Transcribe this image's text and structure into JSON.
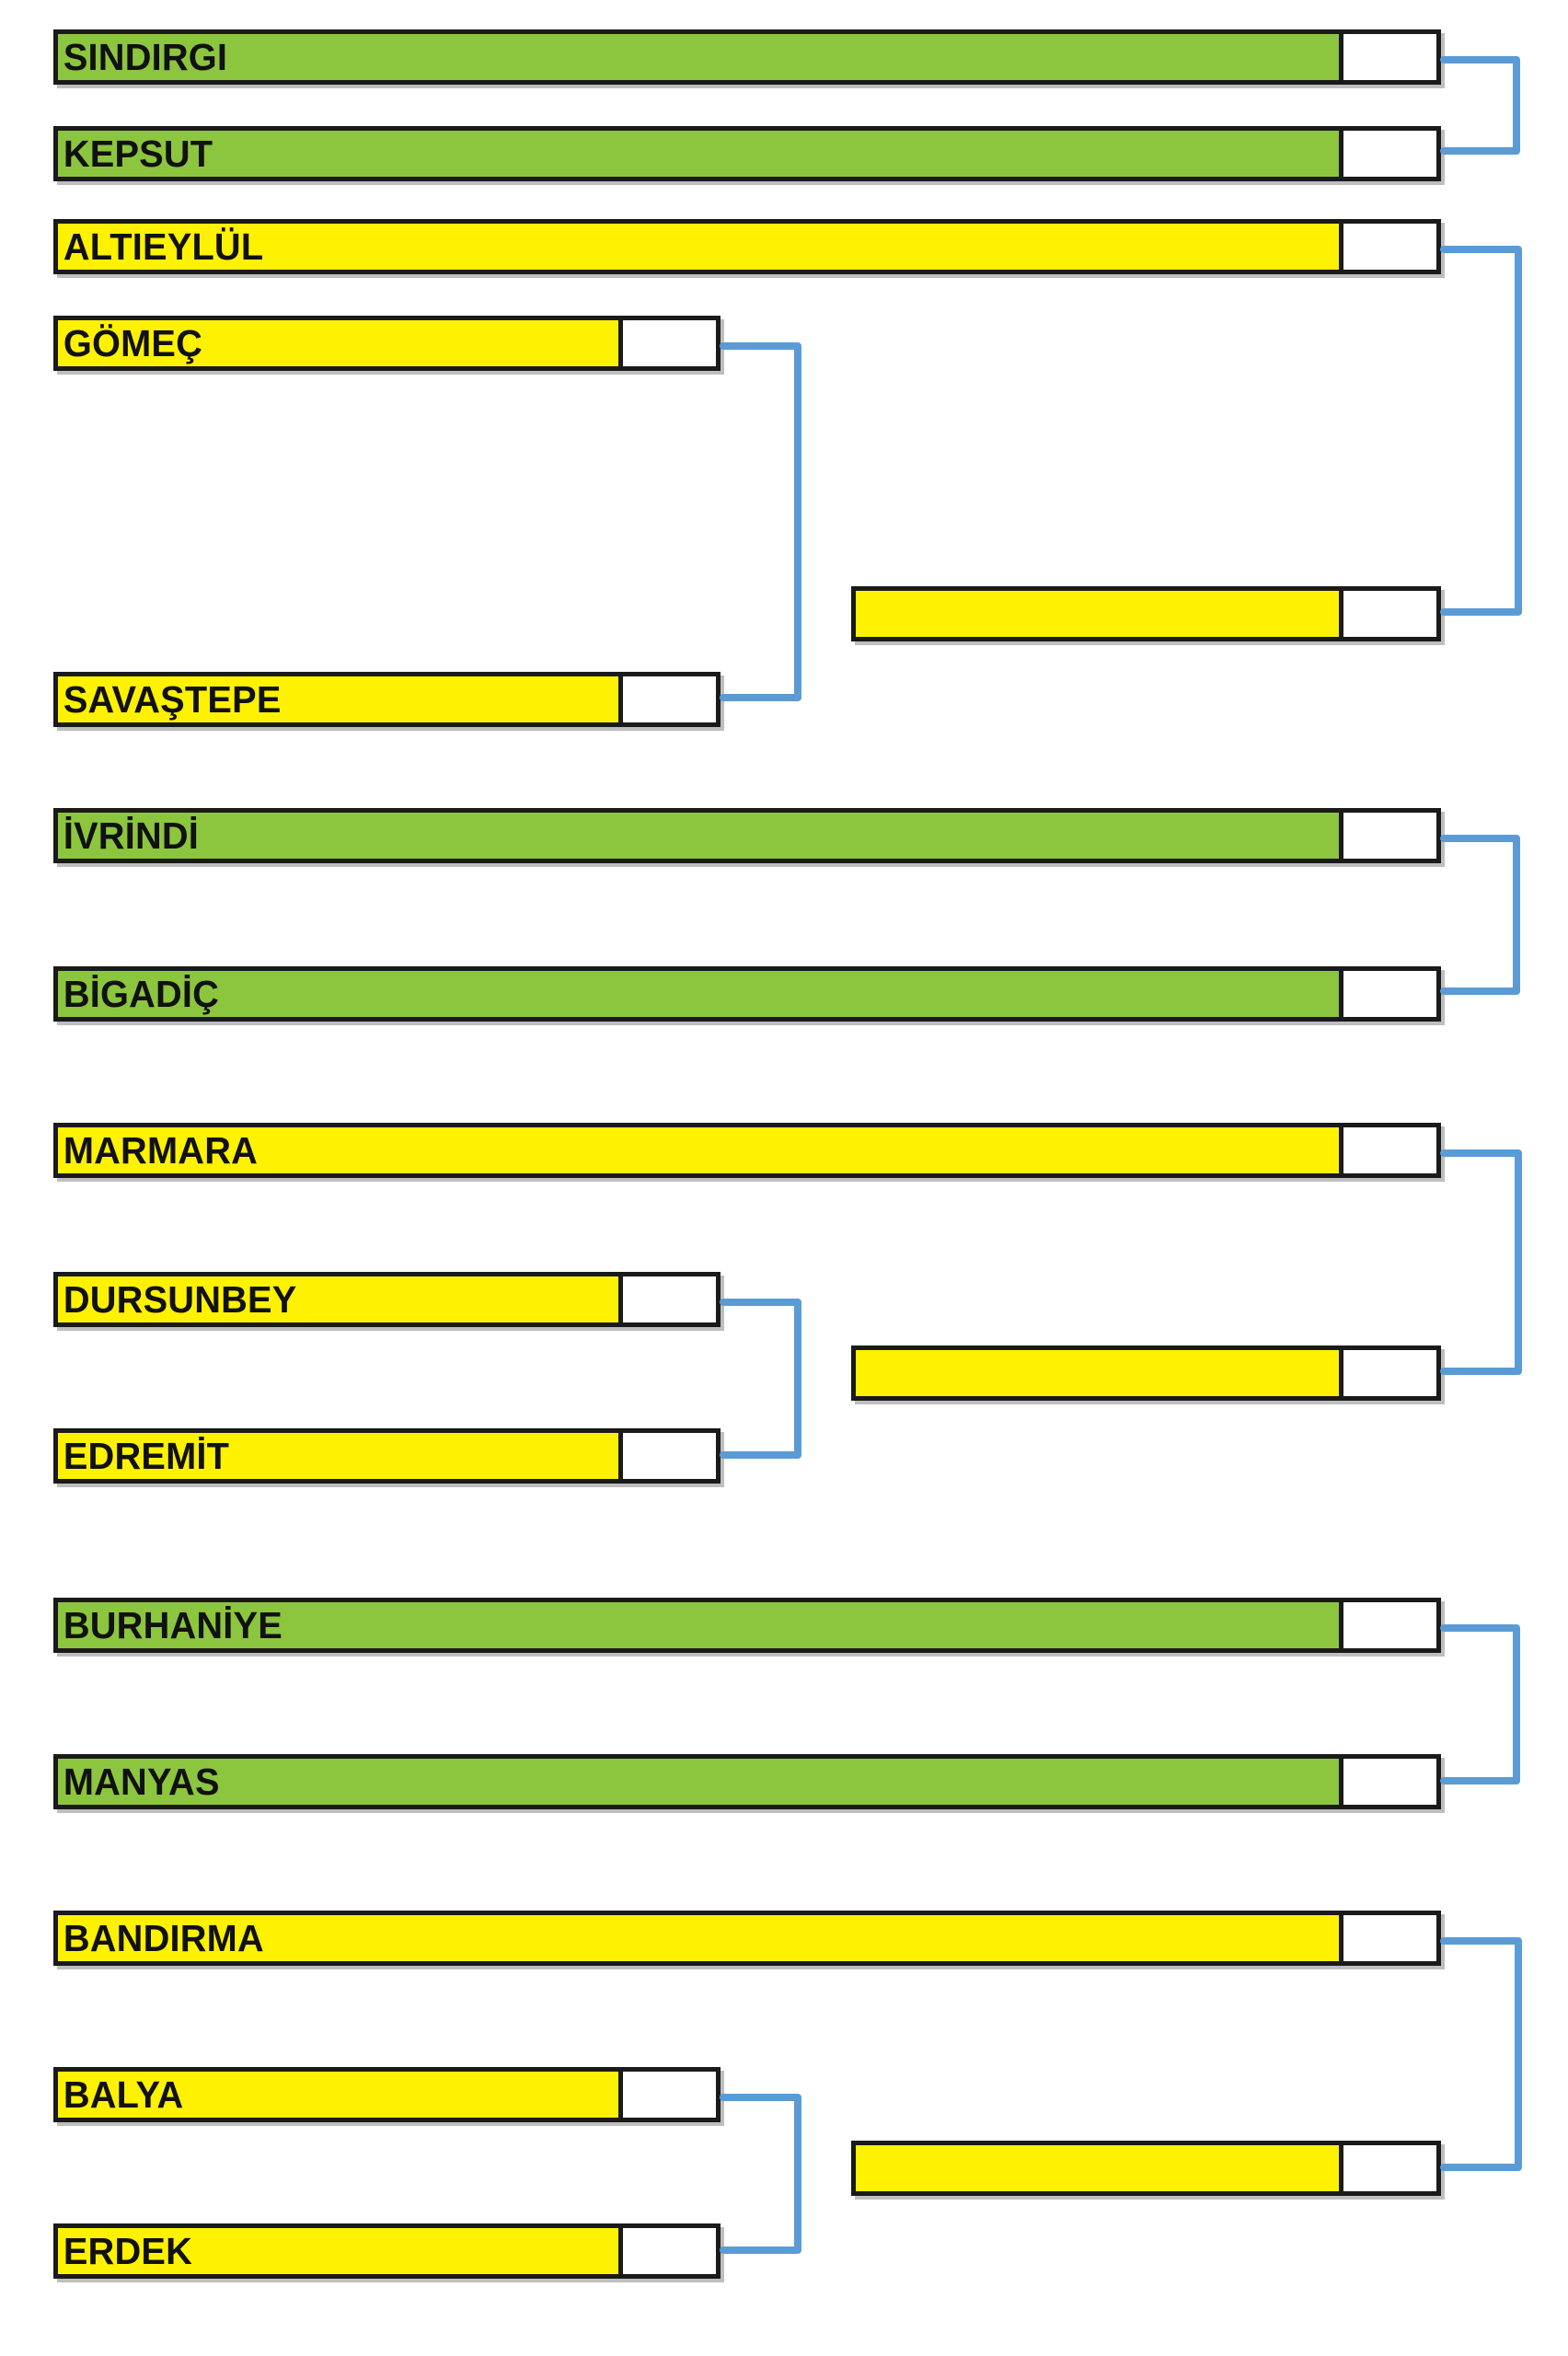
{
  "diagram": {
    "title": "Balikesir district pairing bracket diagram",
    "colors": {
      "green": "#8CC63E",
      "yellow": "#FFF200",
      "outline": "#1a1a1a",
      "connector": "#5B9BD5",
      "background": "#ffffff"
    },
    "groups": [
      {
        "id": "group-1",
        "color": "green",
        "members": [
          "SINDIRGI",
          "KEPSUT"
        ],
        "has_merge_bar": false
      },
      {
        "id": "group-2",
        "color": "yellow",
        "members": [
          "ALTIEYLÜL",
          "GÖMEÇ",
          "SAVAŞTEPE"
        ],
        "has_merge_bar": true
      },
      {
        "id": "group-3",
        "color": "green",
        "members": [
          "İVRİNDİ",
          "BİGADİÇ"
        ],
        "has_merge_bar": false
      },
      {
        "id": "group-4",
        "color": "yellow",
        "members": [
          "MARMARA",
          "DURSUNBEY",
          "EDREMİT"
        ],
        "has_merge_bar": true
      },
      {
        "id": "group-5",
        "color": "green",
        "members": [
          "BURHANİYE",
          "MANYAS"
        ],
        "has_merge_bar": false
      },
      {
        "id": "group-6",
        "color": "yellow",
        "members": [
          "BANDIRMA",
          "BALYA",
          "ERDEK"
        ],
        "has_merge_bar": true
      }
    ],
    "bars": [
      {
        "key": "sindirgi",
        "label": "SINDIRGI",
        "color": "green"
      },
      {
        "key": "kepsut",
        "label": "KEPSUT",
        "color": "green"
      },
      {
        "key": "altieylul",
        "label": "ALTIEYLÜL",
        "color": "yellow"
      },
      {
        "key": "gomec",
        "label": "GÖMEÇ",
        "color": "yellow"
      },
      {
        "key": "merge_g2",
        "label": "",
        "color": "yellow"
      },
      {
        "key": "savastepe",
        "label": "SAVAŞTEPE",
        "color": "yellow"
      },
      {
        "key": "ivrindi",
        "label": "İVRİNDİ",
        "color": "green"
      },
      {
        "key": "bigadic",
        "label": "BİGADİÇ",
        "color": "green"
      },
      {
        "key": "marmara",
        "label": "MARMARA",
        "color": "yellow"
      },
      {
        "key": "dursunbey",
        "label": "DURSUNBEY",
        "color": "yellow"
      },
      {
        "key": "merge_g4",
        "label": "",
        "color": "yellow"
      },
      {
        "key": "edremit",
        "label": "EDREMİT",
        "color": "yellow"
      },
      {
        "key": "burhaniye",
        "label": "BURHANİYE",
        "color": "green"
      },
      {
        "key": "manyas",
        "label": "MANYAS",
        "color": "green"
      },
      {
        "key": "bandirma",
        "label": "BANDIRMA",
        "color": "yellow"
      },
      {
        "key": "balya",
        "label": "BALYA",
        "color": "yellow"
      },
      {
        "key": "merge_g6",
        "label": "",
        "color": "yellow"
      },
      {
        "key": "erdek",
        "label": "ERDEK",
        "color": "yellow"
      }
    ]
  }
}
